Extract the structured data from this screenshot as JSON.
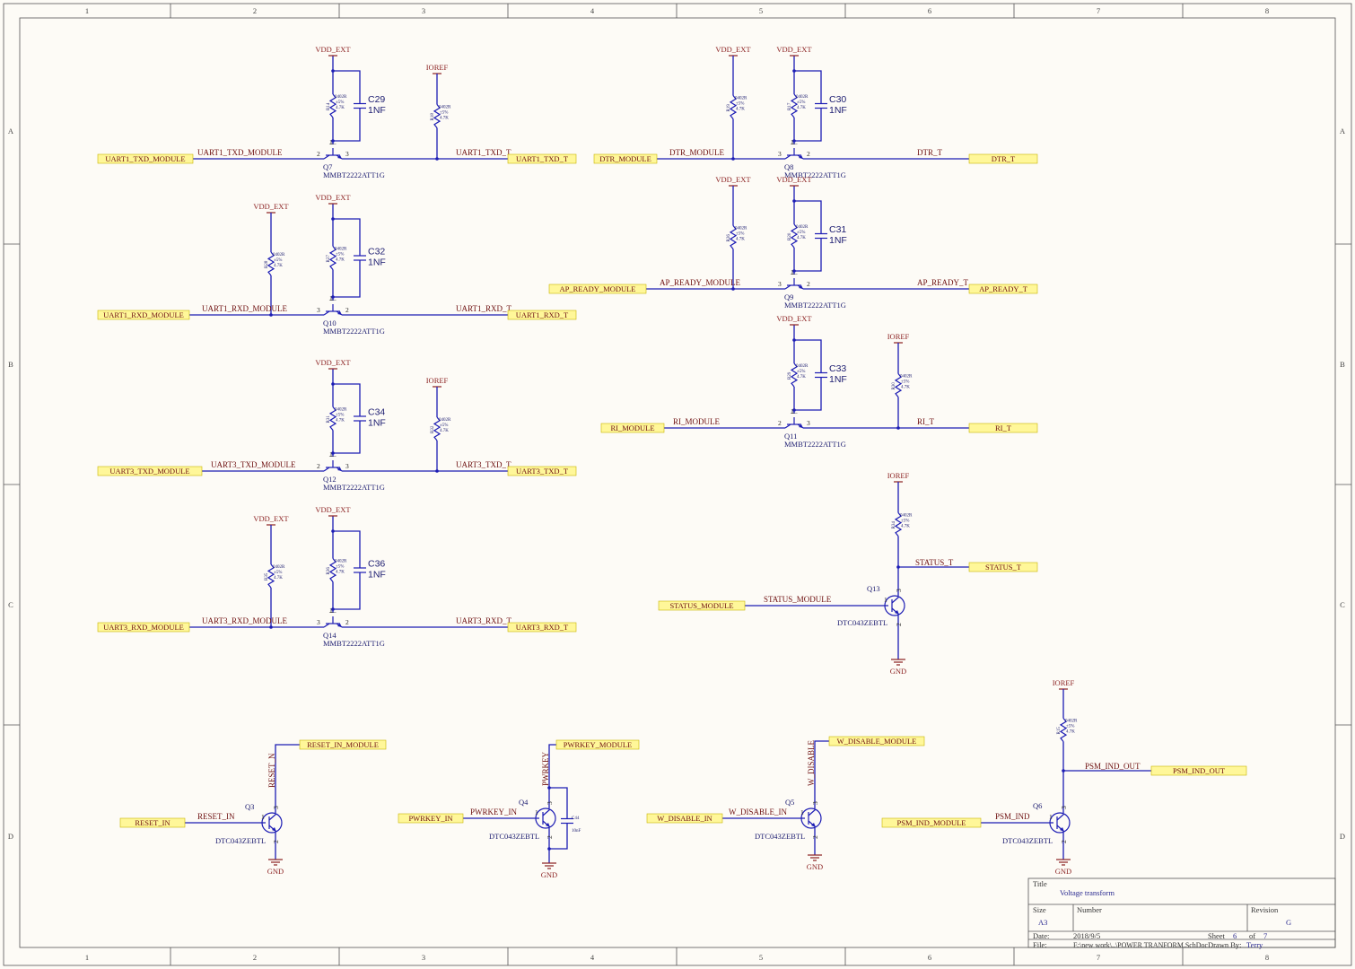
{
  "grid": {
    "columns": [
      "1",
      "2",
      "3",
      "4",
      "5",
      "6",
      "7",
      "8"
    ],
    "rows": [
      "A",
      "B",
      "C",
      "D"
    ]
  },
  "colors": {
    "wire": "#1c1cb4",
    "power": "#8a1f1f",
    "port_fill": "#fff799",
    "paper": "#fdfbf6"
  },
  "resistor": {
    "pkg": "0402R",
    "tol": "±5%",
    "val": "4.7K"
  },
  "capacitor": {
    "val": "1NF"
  },
  "blocks": [
    {
      "q": "Q7",
      "part": "MMBT2222ATT1G",
      "r": "R14",
      "c": "C29",
      "vdd": "VDD_EXT",
      "in_port": "UART1_TXD_MODULE",
      "in_net": "UART1_TXD_MODULE",
      "out_net": "UART1_TXD_T",
      "out_port": "UART1_TXD_T",
      "bias_pwr": "IOREF",
      "bias_r": "R18",
      "pin_l": "2",
      "pin_r": "3",
      "pin_b": "1"
    },
    {
      "q": "Q10",
      "part": "MMBT2222ATT1G",
      "r": "R27",
      "c": "C32",
      "vdd": "VDD_EXT",
      "in_port": "UART1_RXD_MODULE",
      "in_net": "UART1_RXD_MODULE",
      "out_net": "UART1_RXD_T",
      "out_port": "UART1_RXD_T",
      "bias_pwr": "VDD_EXT",
      "bias_r": "R28",
      "pin_l": "3",
      "pin_r": "2",
      "pin_b": "1"
    },
    {
      "q": "Q12",
      "part": "MMBT2222ATT1G",
      "r": "R31",
      "c": "C34",
      "vdd": "VDD_EXT",
      "in_port": "UART3_TXD_MODULE",
      "in_net": "UART3_TXD_MODULE",
      "out_net": "UART3_TXD_T",
      "out_port": "UART3_TXD_T",
      "bias_pwr": "IOREF",
      "bias_r": "R32",
      "pin_l": "2",
      "pin_r": "3",
      "pin_b": "1"
    },
    {
      "q": "Q14",
      "part": "MMBT2222ATT1G",
      "r": "R36",
      "c": "C36",
      "vdd": "VDD_EXT",
      "in_port": "UART3_RXD_MODULE",
      "in_net": "UART3_RXD_MODULE",
      "out_net": "UART3_RXD_T",
      "out_port": "UART3_RXD_T",
      "bias_pwr": "VDD_EXT",
      "bias_r": "R35",
      "pin_l": "3",
      "pin_r": "2",
      "pin_b": "1"
    },
    {
      "q": "Q8",
      "part": "MMBT2222ATT1G",
      "r": "R17",
      "c": "C30",
      "vdd": "VDD_EXT",
      "in_port": "DTR_MODULE",
      "in_net": "DTR_MODULE",
      "out_net": "DTR_T",
      "out_port": "DTR_T",
      "bias_pwr": "VDD_EXT",
      "bias_r": "R19",
      "pin_l": "3",
      "pin_r": "2",
      "pin_b": "1"
    },
    {
      "q": "Q9",
      "part": "MMBT2222ATT1G",
      "r": "R20",
      "c": "C31",
      "vdd": "VDD_EXT",
      "in_port": "AP_READY_MODULE",
      "in_net": "AP_READY_MODULE",
      "out_net": "AP_READY_T",
      "out_port": "AP_READY_T",
      "bias_pwr": "VDD_EXT",
      "bias_r": "R26",
      "pin_l": "3",
      "pin_r": "2",
      "pin_b": "1"
    },
    {
      "q": "Q11",
      "part": "MMBT2222ATT1G",
      "r": "R29",
      "c": "C33",
      "vdd": "VDD_EXT",
      "in_port": "RI_MODULE",
      "in_net": "RI_MODULE",
      "out_net": "RI_T",
      "out_port": "RI_T",
      "bias_pwr": "IOREF",
      "bias_r": "R30",
      "pin_l": "2",
      "pin_r": "3",
      "pin_b": "1"
    }
  ],
  "digital": [
    {
      "q": "Q13",
      "part": "DTC043ZEBTL",
      "in_port": "STATUS_MODULE",
      "in_net": "STATUS_MODULE",
      "out_net": "STATUS_T",
      "out_port": "STATUS_T",
      "pwr": "IOREF",
      "r": "R34",
      "gnd": "GND"
    },
    {
      "q": "Q3",
      "part": "DTC043ZEBTL",
      "in_port": "RESET_IN",
      "in_net": "RESET_IN",
      "out_net": "RESET_N",
      "out_port": "RESET_IN_MODULE",
      "gnd": "GND"
    },
    {
      "q": "Q4",
      "part": "DTC043ZEBTL",
      "in_port": "PWRKEY_IN",
      "in_net": "PWRKEY_IN",
      "out_net": "PWRKEY",
      "out_port": "PWRKEY_MODULE",
      "gnd": "GND",
      "c": "C44",
      "c_val": "10nF"
    },
    {
      "q": "Q5",
      "part": "DTC043ZEBTL",
      "in_port": "W_DISABLE_IN",
      "in_net": "W_DISABLE_IN",
      "out_net": "W_DISABLE",
      "out_port": "W_DISABLE_MODULE",
      "gnd": "GND"
    },
    {
      "q": "Q6",
      "part": "DTC043ZEBTL",
      "in_port": "PSM_IND_MODULE",
      "in_net": "PSM_IND",
      "out_net": "PSM_IND_OUT",
      "out_port": "PSM_IND_OUT",
      "pwr": "IOREF",
      "r": "R15",
      "gnd": "GND"
    }
  ],
  "title_block": {
    "title_label": "Title",
    "title": "Voltage transform",
    "size_label": "Size",
    "size": "A3",
    "number_label": "Number",
    "revision_label": "Revision",
    "revision": "G",
    "date_label": "Date:",
    "date": "2018/9/5",
    "sheet_label": "Sheet",
    "sheet": "6",
    "of_label": "of",
    "of": "7",
    "file_label": "File:",
    "file": "E:\\new work\\..\\POWER TRANFORM.SchDoc",
    "drawn_label": "Drawn By:",
    "drawn": "Terry"
  }
}
